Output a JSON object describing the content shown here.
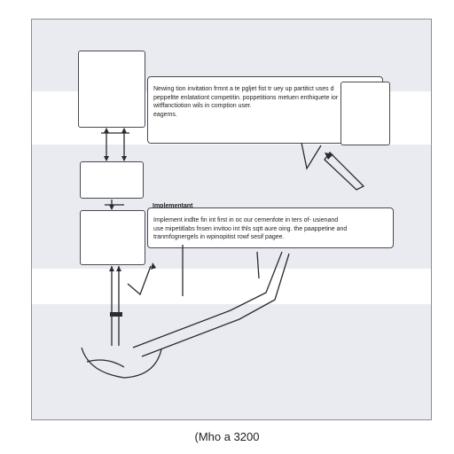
{
  "callout_top": {
    "lines": [
      "Newing tion invitation frmnt a te pgljet fist tr uey up partitict uses d",
      "peppeltte enlatationt competitin. poppetitions metuen enthiquete ior",
      "witffanctiotion wils in comption user.",
      "eagems."
    ]
  },
  "callout_mid": {
    "title": "Implementant",
    "lines": [
      "Implement indlte fin int first in oc our cemenfote in ters of- usienand",
      "use mipetitlabs fnsen invitoo int thls sqtt aure oing. the paappetine and",
      "tranmfognergels in wpinopitist rowf sesif pagee."
    ]
  },
  "caption": "(Mho a 3200"
}
